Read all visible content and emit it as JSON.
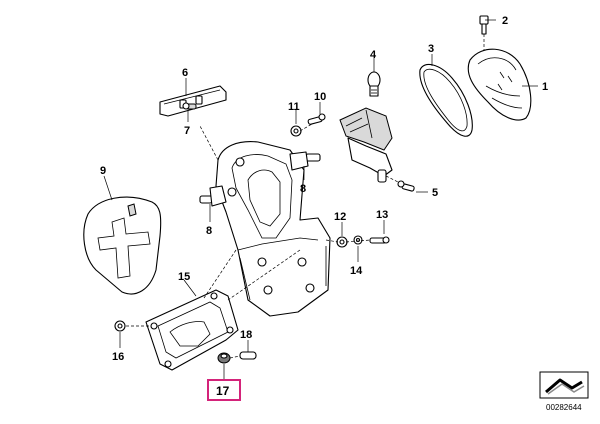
{
  "diagram": {
    "part_numbers": {
      "p1": "1",
      "p2": "2",
      "p3": "3",
      "p4": "4",
      "p5": "5",
      "p6": "6",
      "p7": "7",
      "p8a": "8",
      "p8b": "8",
      "p9": "9",
      "p10": "10",
      "p11": "11",
      "p12": "12",
      "p13": "13",
      "p14": "14",
      "p15": "15",
      "p16": "16",
      "p17": "17",
      "p18": "18"
    },
    "selected_part": "17",
    "highlight_color": "#d4237a",
    "reference_number": "00282644"
  }
}
